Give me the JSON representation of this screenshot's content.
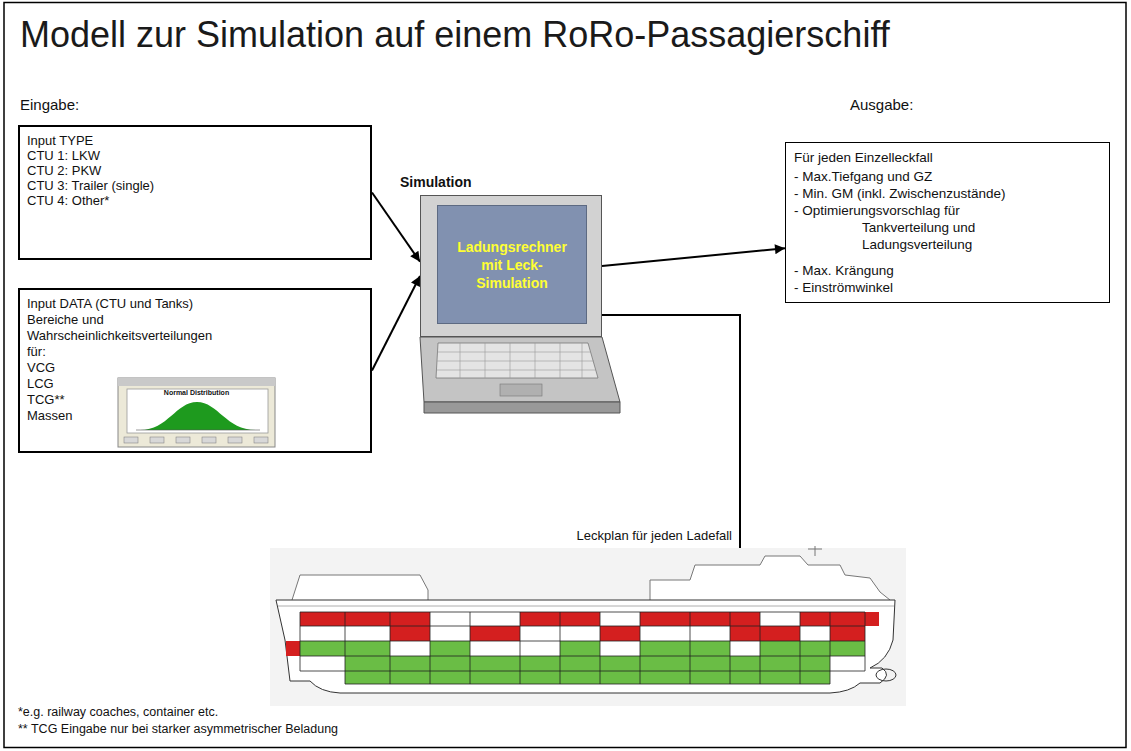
{
  "diagram": {
    "title": "Modell zur Simulation auf einem RoRo-Passagierschiff",
    "nodes": [
      {
        "text": [
          "Input TYPE",
          "CTU 1: LKW",
          "CTU 2: PKW",
          "CTU 3: Trailer (single)",
          "CTU 4: Other*"
        ]
      },
      {
        "text": [
          "Input DATA (CTU und Tanks) Bereiche und Wahrscheinlichkeitsverteilungen für:",
          "VCG",
          "LCG",
          "TCG**",
          "Massen"
        ]
      },
      {
        "text": [
          "Ladungsrechner mit Leck-Simulation"
        ]
      },
      {
        "text": [
          "Für jeden Einzelleckfall",
          "- Max.Tiefgang und GZ",
          "- Min. GM (inkl. Zwischenzustände)",
          "- Optimierungsvorschlag für Tankverteilung und Ladungsverteilung",
          "- Max. Krängung",
          "- Einströmwinkel"
        ]
      }
    ],
    "edges": [
      {
        "from": 0,
        "to": 2,
        "arrow": "to"
      },
      {
        "from": 1,
        "to": 2,
        "arrow": "to"
      },
      {
        "from": 2,
        "to": 3,
        "arrow": "to"
      }
    ],
    "labels": [
      "Eingabe:",
      "Ausgabe:",
      "Simulation",
      "Leckplan für jeden Ladefall",
      "Normal Distribution",
      "*e.g. railway coaches, container etc.",
      "** TCG Eingabe nur bei starker asymmetrischer Beladung"
    ]
  }
}
